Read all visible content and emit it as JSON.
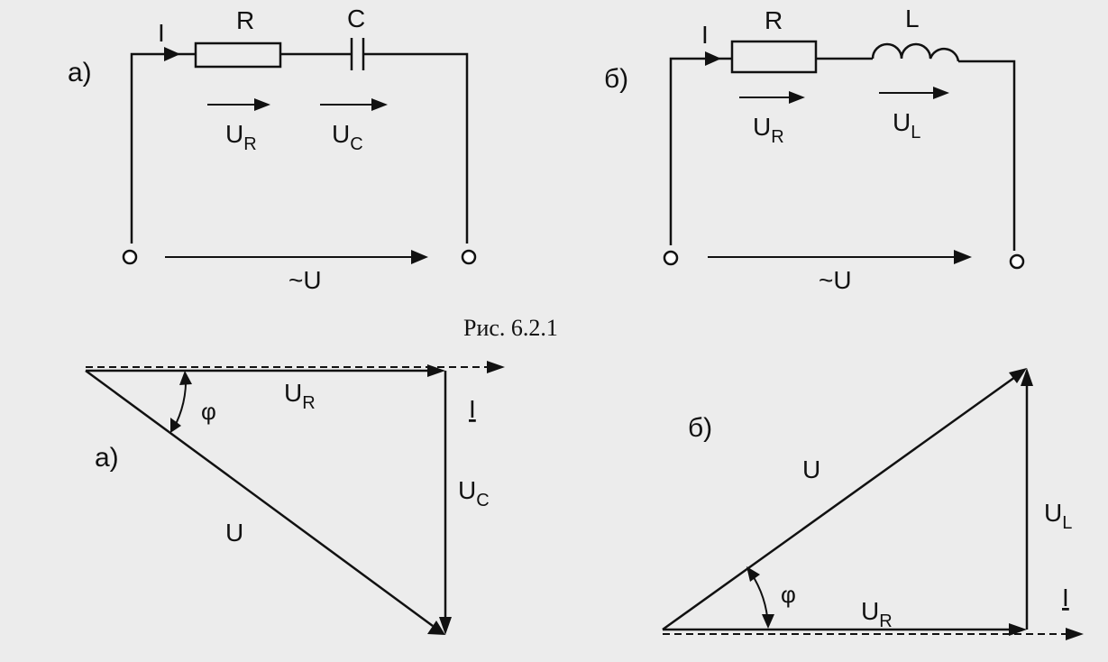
{
  "figure": {
    "caption": "Рис. 6.2.1",
    "circuit_a": {
      "panel_label": "а)",
      "current_label": "I",
      "resistor_label": "R",
      "capacitor_label": "C",
      "ur": {
        "main": "U",
        "sub": "R"
      },
      "uc": {
        "main": "U",
        "sub": "C"
      },
      "source_label": "~U"
    },
    "circuit_b": {
      "panel_label": "б)",
      "current_label": "I",
      "resistor_label": "R",
      "inductor_label": "L",
      "ur": {
        "main": "U",
        "sub": "R"
      },
      "ul": {
        "main": "U",
        "sub": "L"
      },
      "source_label": "~U"
    },
    "phasor_a": {
      "panel_label": "а)",
      "ur": {
        "main": "U",
        "sub": "R"
      },
      "uc": {
        "main": "U",
        "sub": "C"
      },
      "u_label": "U",
      "current_label": "I",
      "angle_label": "φ"
    },
    "phasor_b": {
      "panel_label": "б)",
      "ur": {
        "main": "U",
        "sub": "R"
      },
      "ul": {
        "main": "U",
        "sub": "L"
      },
      "u_label": "U",
      "current_label": "I",
      "angle_label": "φ"
    }
  }
}
